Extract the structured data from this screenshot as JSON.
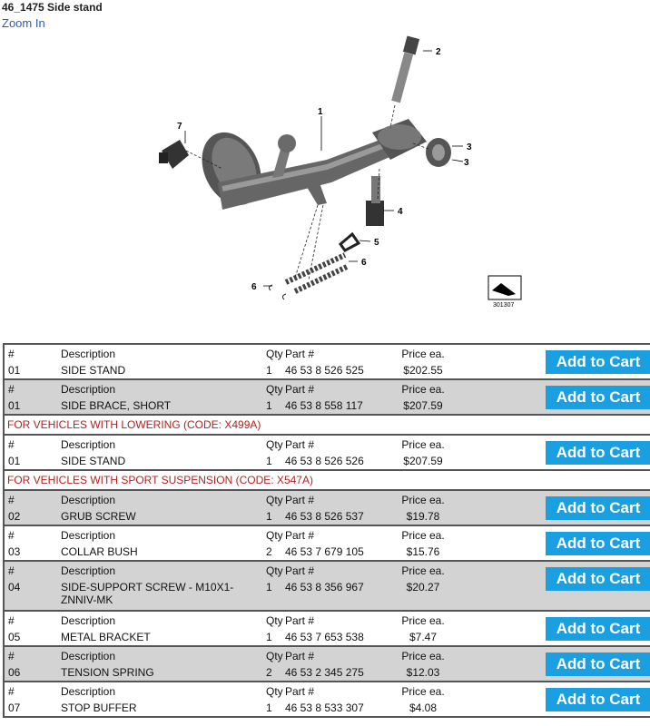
{
  "page": {
    "title": "46_1475 Side stand",
    "zoom_link": "Zoom In"
  },
  "diagram": {
    "callouts": [
      "1",
      "2",
      "3",
      "3",
      "4",
      "5",
      "6",
      "6",
      "7"
    ],
    "reference_number": "301307"
  },
  "table": {
    "headers": {
      "num": "#",
      "description": "Description",
      "qty": "Qty",
      "part": "Part #",
      "price": "Price ea."
    },
    "add_to_cart_label": "Add to Cart",
    "rows": [
      {
        "num": "01",
        "description": "SIDE STAND",
        "qty": "1",
        "part": "46 53 8 526 525",
        "price": "$202.55",
        "shade": "white"
      },
      {
        "num": "01",
        "description": "SIDE BRACE, SHORT",
        "qty": "1",
        "part": "46 53 8 558 117",
        "price": "$207.59",
        "shade": "grey",
        "note": "FOR VEHICLES WITH LOWERING (CODE: X499A)"
      },
      {
        "num": "01",
        "description": "SIDE STAND",
        "qty": "1",
        "part": "46 53 8 526 526",
        "price": "$207.59",
        "shade": "white",
        "note": "FOR VEHICLES WITH SPORT SUSPENSION (CODE: X547A)"
      },
      {
        "num": "02",
        "description": "GRUB SCREW",
        "qty": "1",
        "part": "46 53 8 526 537",
        "price": "$19.78",
        "shade": "grey"
      },
      {
        "num": "03",
        "description": "COLLAR BUSH",
        "qty": "2",
        "part": "46 53 7 679 105",
        "price": "$15.76",
        "shade": "white"
      },
      {
        "num": "04",
        "description": "SIDE-SUPPORT SCREW - M10X1-ZNNIV-MK",
        "qty": "1",
        "part": "46 53 8 356 967",
        "price": "$20.27",
        "shade": "grey",
        "tall": true
      },
      {
        "num": "05",
        "description": "METAL BRACKET",
        "qty": "1",
        "part": "46 53 7 653 538",
        "price": "$7.47",
        "shade": "white"
      },
      {
        "num": "06",
        "description": "TENSION SPRING",
        "qty": "2",
        "part": "46 53 2 345 275",
        "price": "$12.03",
        "shade": "grey"
      },
      {
        "num": "07",
        "description": "STOP BUFFER",
        "qty": "1",
        "part": "46 53 8 533 307",
        "price": "$4.08",
        "shade": "white"
      }
    ]
  },
  "colors": {
    "button_bg": "#1a9fe0",
    "row_grey": "#d3d3d3",
    "note_text": "#b22222",
    "link": "#2a5db0"
  }
}
